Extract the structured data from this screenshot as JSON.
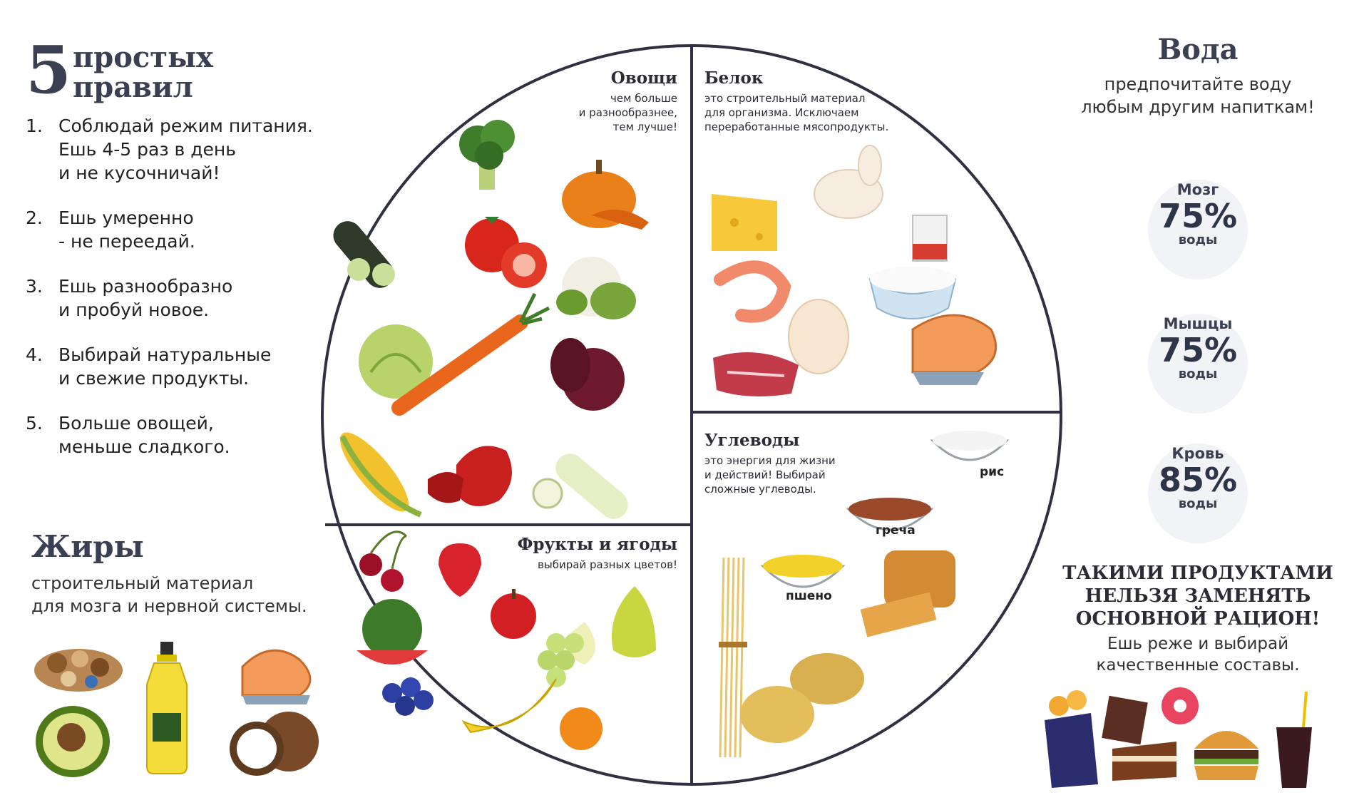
{
  "rules": {
    "number": "5",
    "title_line1": "простых",
    "title_line2": "правил",
    "items": [
      {
        "num": "1.",
        "text": "Соблюдай режим питания.\nЕшь 4-5 раз в день\nи не кусочничай!"
      },
      {
        "num": "2.",
        "text": "Ешь умеренно\n- не переедай."
      },
      {
        "num": "3.",
        "text": "Ешь разнообразно\nи пробуй новое."
      },
      {
        "num": "4.",
        "text": "Выбирай натуральные\nи свежие продукты."
      },
      {
        "num": "5.",
        "text": "Больше овощей,\nменьше сладкого."
      }
    ]
  },
  "fats": {
    "title": "Жиры",
    "desc": "строительный материал\nдля мозга и нервной системы.",
    "icons": [
      "nuts-icon",
      "oil-bottle-icon",
      "salmon-steak-icon",
      "avocado-icon",
      "coconut-icon"
    ]
  },
  "plate": {
    "vegetables": {
      "title": "Овощи",
      "desc": "чем больше\nи разнообразнее,\nтем лучше!",
      "icons": [
        "broccoli-icon",
        "pumpkin-icon",
        "zucchini-icon",
        "tomato-icon",
        "cauliflower-icon",
        "cabbage-icon",
        "carrot-icon",
        "beetroot-icon",
        "corn-icon",
        "bell-pepper-icon",
        "squash-icon"
      ]
    },
    "protein": {
      "title": "Белок",
      "desc": "это строительный материал\nдля организма. Исключаем\nпереработанные мясопродукты.",
      "icons": [
        "cheese-icon",
        "chicken-icon",
        "milk-carton-icon",
        "cottage-cheese-icon",
        "shrimp-icon",
        "egg-icon",
        "meat-steak-icon",
        "fish-steak-icon"
      ]
    },
    "fruits": {
      "title": "Фрукты и ягоды",
      "desc": "выбирай разных цветов!",
      "icons": [
        "cherry-icon",
        "strawberry-icon",
        "watermelon-icon",
        "apple-icon",
        "pear-icon",
        "grapes-icon",
        "blueberry-icon",
        "banana-icon",
        "orange-icon"
      ]
    },
    "carbs": {
      "title": "Углеводы",
      "desc": "это энергия для жизни\nи действий! Выбирай\nсложные углеводы.",
      "bowls": [
        "рис",
        "греча",
        "пшено"
      ],
      "icons": [
        "spaghetti-icon",
        "bread-icon",
        "potato-icon"
      ]
    }
  },
  "water": {
    "title": "Вода",
    "desc": "предпочитайте воду\nлюбым другим напиткам!",
    "organs": [
      {
        "name": "Мозг",
        "percent": "75%",
        "sub": "воды"
      },
      {
        "name": "Мышцы",
        "percent": "75%",
        "sub": "воды"
      },
      {
        "name": "Кровь",
        "percent": "85%",
        "sub": "воды"
      }
    ]
  },
  "warning": {
    "title": "ТАКИМИ ПРОДУКТАМИ\nНЕЛЬЗЯ ЗАМЕНЯТЬ\nОСНОВНОЙ РАЦИОН!",
    "desc": "Ешь реже и выбирай\nкачественные составы.",
    "icons": [
      "chips-icon",
      "chocolate-icon",
      "donut-icon",
      "cake-icon",
      "burger-icon",
      "soda-icon"
    ]
  },
  "colors": {
    "heading": "#3a3f52",
    "plate_line": "#2f3142",
    "organ_bg": "#f2f3f6"
  }
}
